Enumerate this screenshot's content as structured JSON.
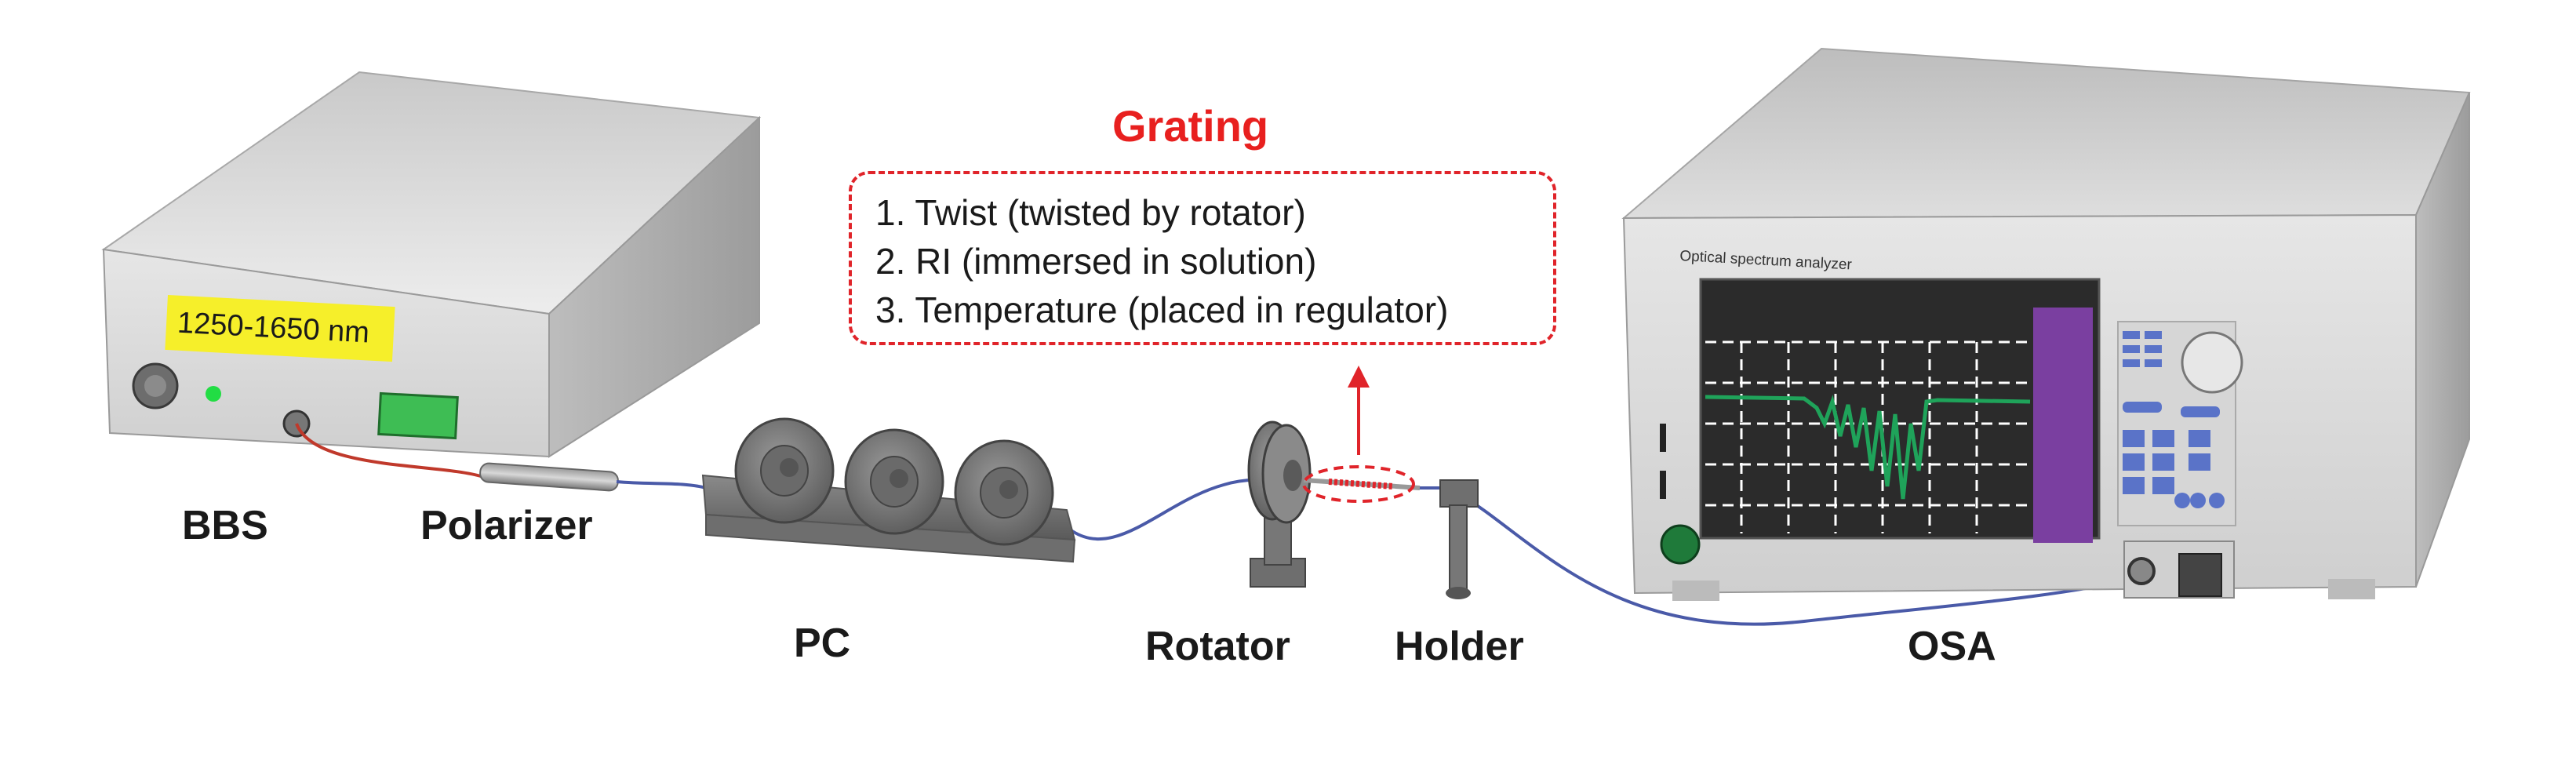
{
  "grating": {
    "title": "Grating",
    "items": [
      "1. Twist (twisted by rotator)",
      "2. RI (immersed in solution)",
      "3. Temperature  (placed in regulator)"
    ]
  },
  "bbs": {
    "label": "BBS",
    "display": "1250-1650 nm"
  },
  "polarizer": {
    "label": "Polarizer"
  },
  "pc": {
    "label": "PC"
  },
  "rotator": {
    "label": "Rotator"
  },
  "holder": {
    "label": "Holder"
  },
  "osa": {
    "label": "OSA",
    "brand": "Optical spectrum analyzer"
  },
  "colors": {
    "annotation_red": "#e8201f",
    "fiber_blue": "#4a5aa8",
    "spectrum_green": "#1fa35a",
    "screen_bg": "#2b2b2b",
    "display_yellow": "#f6ef2a",
    "osa_panel_purple": "#7a3fa0",
    "led_green": "#22dd44"
  }
}
